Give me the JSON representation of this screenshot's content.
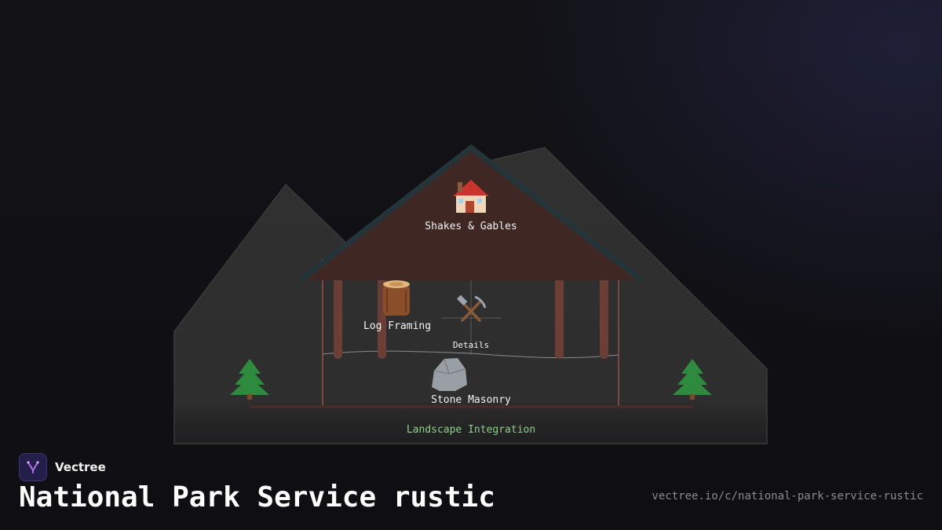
{
  "diagram": {
    "roof_label": "Shakes & Gables",
    "roof_icon": "house-icon",
    "framing_label": "Log Framing",
    "framing_icon": "log-icon",
    "details_label": "Details",
    "details_icon": "hammer-pick-icon",
    "masonry_label": "Stone Masonry",
    "masonry_icon": "rock-icon",
    "landscape_label": "Landscape Integration",
    "tree_icon": "evergreen-tree-icon",
    "colors": {
      "mountain": "#2f2f2f",
      "roof": "#3f2724",
      "roof_edge": "#24353a",
      "post": "#6b3e36",
      "landscape_text": "#8fcf8a"
    }
  },
  "brand": {
    "name": "Vectree"
  },
  "page": {
    "title": "National Park Service rustic",
    "url": "vectree.io/c/national-park-service-rustic"
  }
}
